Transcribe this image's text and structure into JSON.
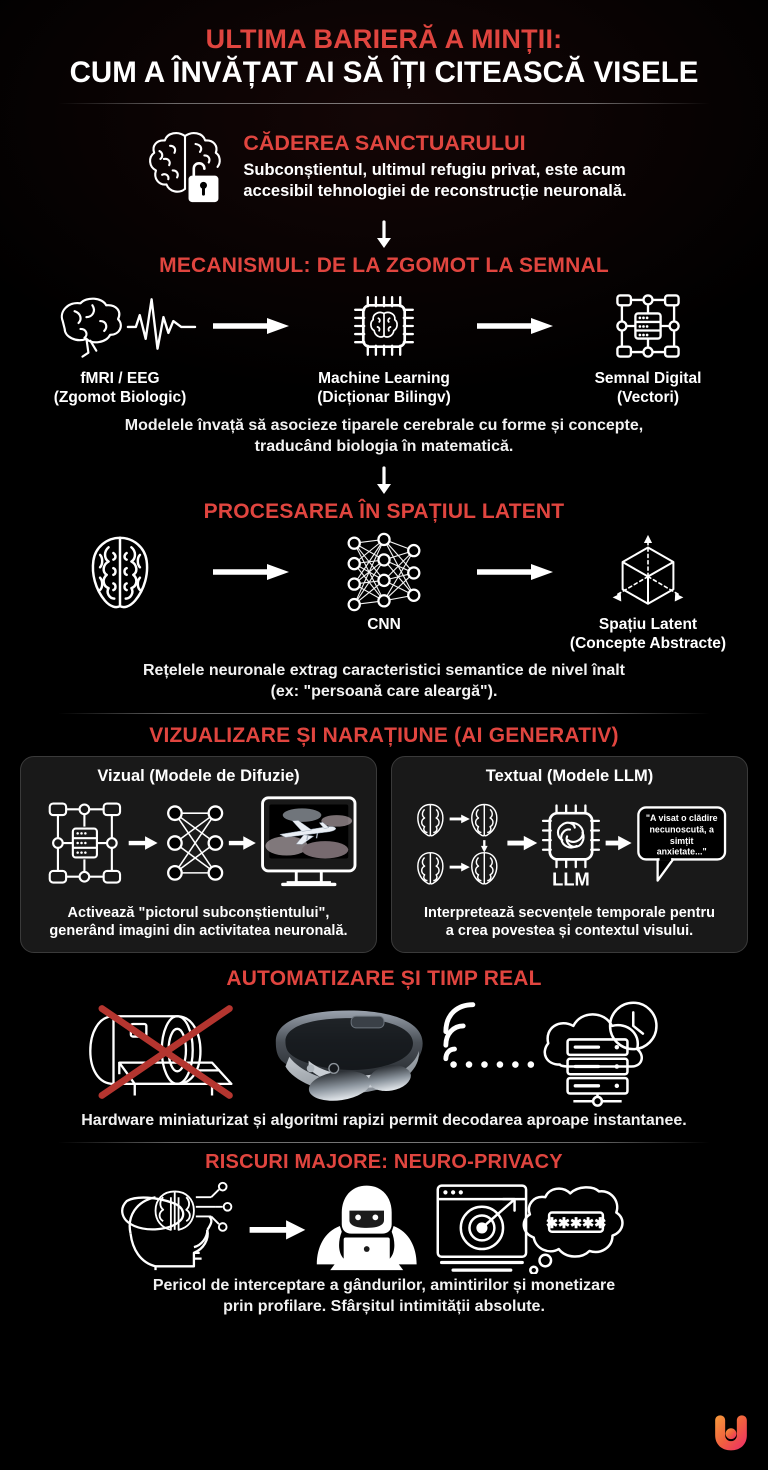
{
  "title": {
    "line1": "ULTIMA BARIERĂ A MINȚII:",
    "line2": "CUM A ÎNVĂȚAT AI SĂ ÎȚI CITEASCĂ VISELE"
  },
  "colors": {
    "accent_red": "#e0453f",
    "background": "#000000",
    "text": "#ffffff",
    "card_bg": "#191919",
    "card_border": "#3a3a3a",
    "cross_red": "#b4352f"
  },
  "sanctuary": {
    "heading": "CĂDEREA SANCTUARULUI",
    "body_line1": "Subconștientul, ultimul refugiu privat, este acum",
    "body_line2": "accesibil tehnologiei de reconstrucție neuronală.",
    "icon": "brain-unlocked-padlock-icon"
  },
  "mechanism": {
    "heading": "MECANISMUL: DE LA ZGOMOT LA SEMNAL",
    "nodes": [
      {
        "label": "fMRI / EEG",
        "sub": "(Zgomot Biologic)",
        "icon": "brain-eeg-waveform-icon"
      },
      {
        "label": "Machine Learning",
        "sub": "(Dicționar Bilingv)",
        "icon": "chip-brain-icon"
      },
      {
        "label": "Semnal Digital",
        "sub": "(Vectori)",
        "icon": "network-server-nodes-icon"
      }
    ],
    "caption_line1": "Modelele învață să asocieze tiparele cerebrale cu forme și concepte,",
    "caption_line2": "traducând biologia în matematică."
  },
  "latent": {
    "heading": "PROCESAREA ÎN SPAȚIUL LATENT",
    "nodes": [
      {
        "label": "",
        "sub": "",
        "icon": "brain-top-view-icon"
      },
      {
        "label": "CNN",
        "sub": "",
        "icon": "neural-network-icon"
      },
      {
        "label": "Spațiu Latent",
        "sub": "(Concepte Abstracte)",
        "icon": "3d-cube-axes-icon"
      }
    ],
    "caption_line1": "Rețelele neuronale extrag caracteristici semantice de nivel înalt",
    "caption_line2": "(ex: \"persoană care aleargă\")."
  },
  "generative": {
    "heading": "VIZUALIZARE ȘI NARAȚIUNE (AI GENERATIV)",
    "cards": [
      {
        "title": "Vizual (Modele de Difuzie)",
        "caption_line1": "Activează \"pictorul subconștientului\",",
        "caption_line2": "generând imagini din activitatea neuronală.",
        "icons": [
          "network-server-nodes-icon",
          "neural-network-icon",
          "monitor-airplane-image-icon"
        ]
      },
      {
        "title": "Textual (Modele LLM)",
        "caption_line1": "Interpretează secvențele temporale pentru",
        "caption_line2": "a crea povestea și contextul visului.",
        "llm_label": "LLM",
        "bubble_text": "\"A visat o clădire necunoscută, a simțit anxietate...\"",
        "icons": [
          "brain-top-view-icon",
          "chip-llm-icon",
          "speech-bubble-icon"
        ]
      }
    ]
  },
  "automation": {
    "heading": "AUTOMATIZARE ȘI TIMP REAL",
    "icons": [
      "mri-scanner-crossed-out-icon",
      "vr-headset-icon",
      "wifi-signal-icon",
      "dotted-link-icon",
      "cloud-server-clock-icon"
    ],
    "caption": "Hardware miniaturizat și algoritmi rapizi permit decodarea aproape instantanee."
  },
  "risks": {
    "heading": "RISCURI MAJORE: NEURO-PRIVACY",
    "icons": [
      "open-head-brain-circuit-icon",
      "hacker-laptop-icon",
      "browser-target-icon",
      "thought-bubble-password-icon"
    ],
    "caption_line1": "Pericol de interceptare a gândurilor, amintirilor și monetizare",
    "caption_line2": "prin profilare. Sfârșitul intimității absolute."
  },
  "logo": {
    "name": "u-logo",
    "gradient_from": "#f79b3c",
    "gradient_to": "#ee2a6a"
  }
}
